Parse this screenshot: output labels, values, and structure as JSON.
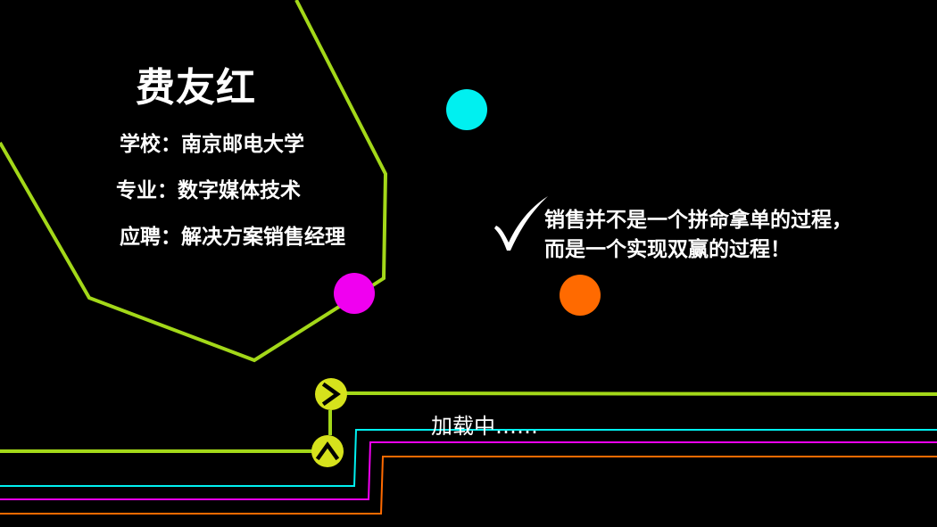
{
  "profile": {
    "name": "费友红",
    "school": "学校：南京邮电大学",
    "major": "专业：数字媒体技术",
    "position": "应聘：解决方案销售经理"
  },
  "slogan": {
    "line1": "销售并不是一个拼命拿单的过程，",
    "line2": "而是一个实现双赢的过程！"
  },
  "loading": {
    "text": "加载中……"
  },
  "icons": {
    "check": "check-mark-icon",
    "next": "chevron-right-icon",
    "up": "chevron-up-icon"
  },
  "colors": {
    "background": "#000000",
    "lime": "#a3d819",
    "cyan": "#00f0f0",
    "magenta": "#f000f0",
    "orange": "#ff6a00",
    "yellow": "#d6e21c",
    "text": "#ffffff"
  }
}
